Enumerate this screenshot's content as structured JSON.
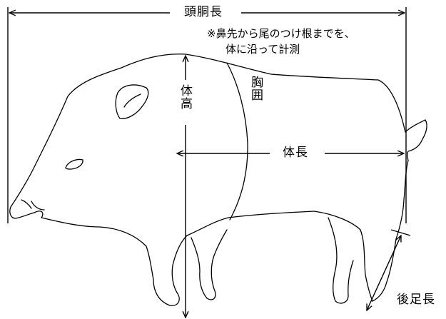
{
  "labels": {
    "head_body_length": "頭胴長",
    "note_line1": "※鼻先から尾のつけ根までを、",
    "note_line2": "体に沿って計測",
    "chest_girth": "胸囲",
    "body_height": "体高",
    "body_length": "体長",
    "hind_foot_length": "後足長"
  },
  "colors": {
    "line": "#000000",
    "background": "#ffffff"
  }
}
